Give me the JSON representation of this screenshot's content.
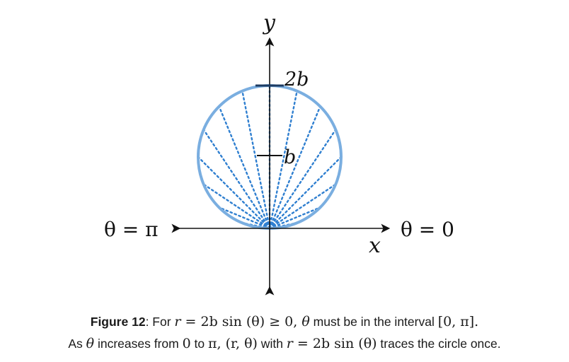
{
  "diagram": {
    "y_axis_label": "y",
    "x_axis_label": "x",
    "top_tick_label": "2b",
    "mid_tick_label": "b",
    "left_angle_label": "θ = π",
    "right_angle_label": "θ = 0",
    "circle_color": "#7aaee0",
    "ray_color": "#2f7fd0",
    "axis_color": "#111111"
  },
  "caption": {
    "line1": {
      "fig_label": "Figure 12",
      "p1": ": For ",
      "m1": "r",
      "m2": " = 2b sin (θ) ≥ 0, ",
      "m3": "θ",
      "p2": " must be in the interval ",
      "m4": "[0, π].",
      "p3": ""
    },
    "line2": {
      "p1": "As ",
      "m1": "θ",
      "p2": " increases from ",
      "m2": "0",
      "p3": " to ",
      "m3": "π,",
      "m4": " (r, θ)",
      "p4": " with ",
      "m5": "r",
      "m6": " = 2b sin (θ)",
      "p5": " traces the circle once."
    }
  }
}
